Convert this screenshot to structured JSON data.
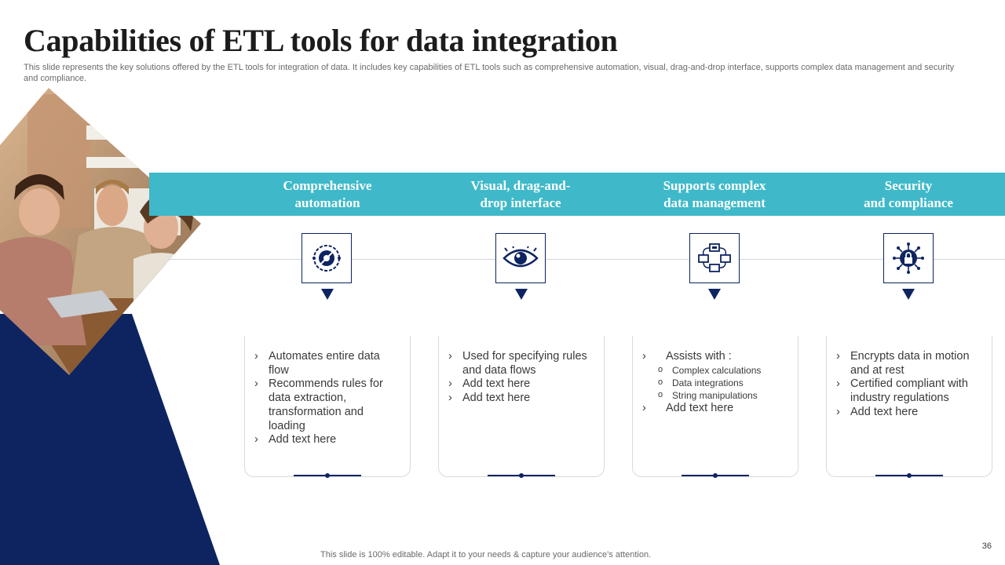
{
  "slide": {
    "title": "Capabilities of ETL tools for data integration",
    "subtitle": "This slide represents the key solutions offered by the ETL tools for integration of data. It includes key capabilities of ETL tools such as comprehensive automation, visual, drag-and-drop interface, supports complex data management and security and compliance.",
    "footer": "This slide is 100% editable. Adapt it to your needs & capture your audience’s attention.",
    "page_number": "36"
  },
  "colors": {
    "band": "#3fb9c9",
    "navy": "#0d2461",
    "title": "#1c1c1c"
  },
  "columns": [
    {
      "heading": "Comprehensive\nautomation",
      "icon": "automation-gear-icon",
      "bullets": [
        {
          "text": "Automates entire data flow"
        },
        {
          "text": "Recommends rules for data extraction, transformation and loading"
        },
        {
          "text": "Add text here"
        }
      ]
    },
    {
      "heading": "Visual, drag-and-\ndrop interface",
      "icon": "eye-icon",
      "bullets": [
        {
          "text": "Used for specifying rules and data flows"
        },
        {
          "text": "Add text here"
        },
        {
          "text": "Add text here"
        }
      ]
    },
    {
      "heading": "Supports complex\ndata management",
      "icon": "network-computers-icon",
      "bullets": [
        {
          "text": "Assists with :"
        },
        {
          "text": "Complex calculations",
          "sub": true
        },
        {
          "text": "Data integrations",
          "sub": true
        },
        {
          "text": "String manipulations",
          "sub": true
        },
        {
          "text": "Add text here"
        }
      ]
    },
    {
      "heading": "Security\nand compliance",
      "icon": "security-lock-icon",
      "bullets": [
        {
          "text": "Encrypts data in motion and at rest"
        },
        {
          "text": "Certified compliant with industry regulations"
        },
        {
          "text": "Add text here"
        }
      ]
    }
  ]
}
